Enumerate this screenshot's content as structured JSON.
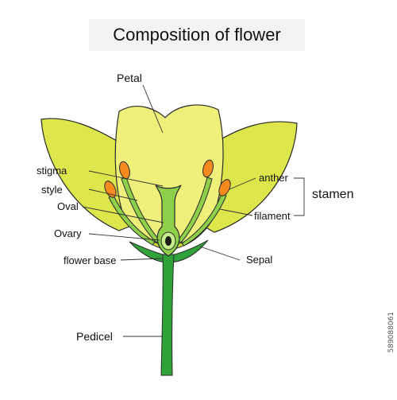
{
  "title": "Composition of flower",
  "labels": {
    "petal": "Petal",
    "stigma": "stigma",
    "style": "style",
    "oval": "Oval",
    "ovary": "Ovary",
    "flower_base": "flower base",
    "pedicel": "Pedicel",
    "anther": "anther",
    "filament": "filament",
    "stamen": "stamen",
    "sepal": "Sepal"
  },
  "stock_id": "589088061",
  "colors": {
    "petal_yellow": "#dde64a",
    "petal_light": "#eef07a",
    "stem_green": "#2fa23a",
    "pistil_green": "#8ed04a",
    "anther_orange": "#f58a1f",
    "outline": "#2a2a2a"
  }
}
